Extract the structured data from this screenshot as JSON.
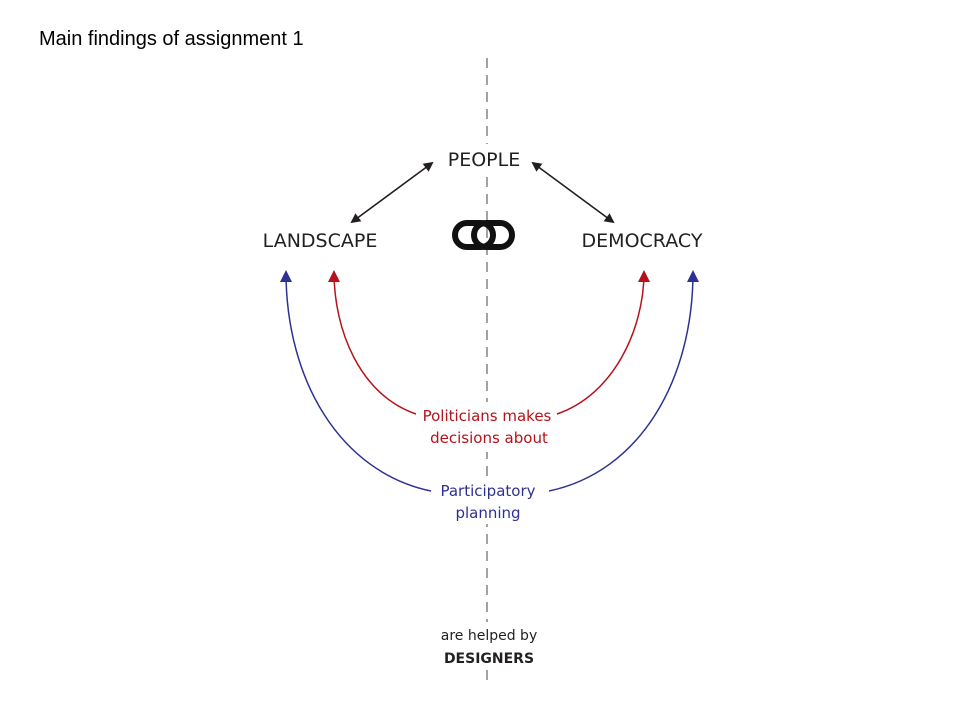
{
  "title": "Main findings of assignment 1",
  "diagram": {
    "nodes": {
      "people": "PEOPLE",
      "landscape": "LANDSCAPE",
      "democracy": "DEMOCRACY"
    },
    "politicians": {
      "line1": "Politicians makes",
      "line2": "decisions about"
    },
    "participatory": {
      "line1": "Participatory",
      "line2": "planning"
    },
    "designers": {
      "line1": "are helped by",
      "line2": "DESIGNERS"
    },
    "link_icon": "chain-link-icon",
    "colors": {
      "dark": "#231f20",
      "red": "#b5121b",
      "blue": "#2e3192",
      "dashed": "#8c8c8c"
    }
  }
}
